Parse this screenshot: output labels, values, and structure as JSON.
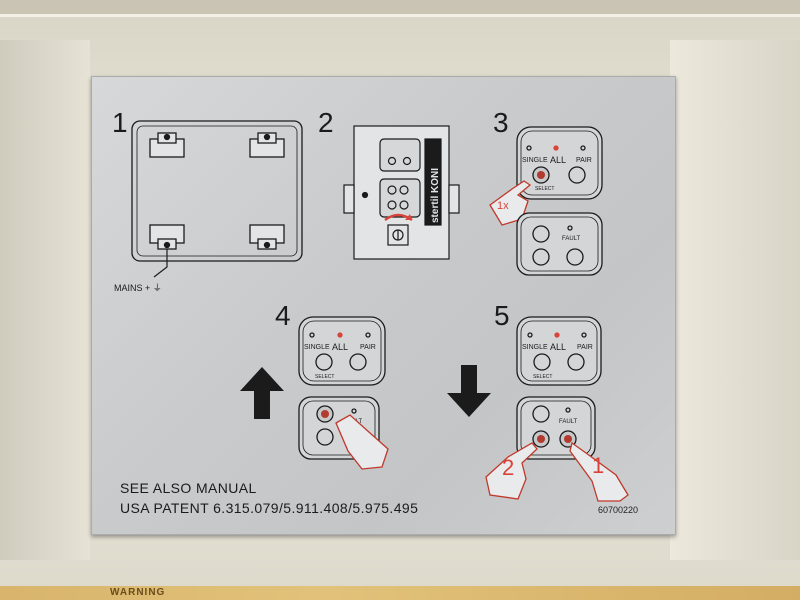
{
  "steps": {
    "s1": "1",
    "s2": "2",
    "s3": "3",
    "s4": "4",
    "s5": "5"
  },
  "step1": {
    "mains_label": "MAINS + ⏚"
  },
  "step2": {
    "brand": "stertil KONI"
  },
  "mode_panel": {
    "single": "SINGLE",
    "all": "ALL",
    "pair": "PAIR",
    "select": "SELECT"
  },
  "control_panel": {
    "fault": "FAULT"
  },
  "step3": {
    "press_count": "1x"
  },
  "step5": {
    "first": "1",
    "second": "2"
  },
  "footer": {
    "line1": "SEE ALSO MANUAL",
    "line2": "USA PATENT 6.315.079/5.911.408/5.975.495",
    "part_no": "60700220"
  },
  "colors": {
    "plate": "#c9cbcd",
    "ink": "#1b1b1b",
    "accent_red": "#d9443a",
    "hand_outline": "#c0392b"
  },
  "bottom_warning": "WARNING"
}
